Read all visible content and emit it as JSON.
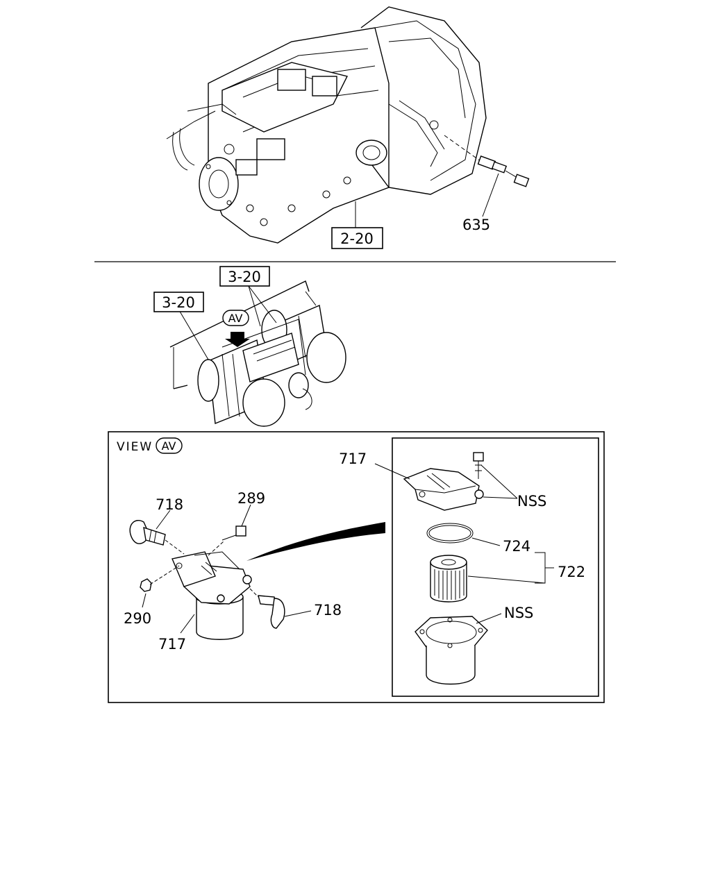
{
  "callouts": {
    "ref_2_20": "2-20",
    "part_635": "635",
    "ref_3_20_right": "3-20",
    "ref_3_20_left": "3-20",
    "view_marker": "AV",
    "view_title": "VIEW",
    "view_title_marker": "AV",
    "part_718_upper": "718",
    "part_289": "289",
    "part_290": "290",
    "part_717_lower": "717",
    "part_718_lower": "718",
    "part_717_detail": "717",
    "nss_upper": "NSS",
    "part_724": "724",
    "part_722": "722",
    "nss_lower": "NSS"
  }
}
